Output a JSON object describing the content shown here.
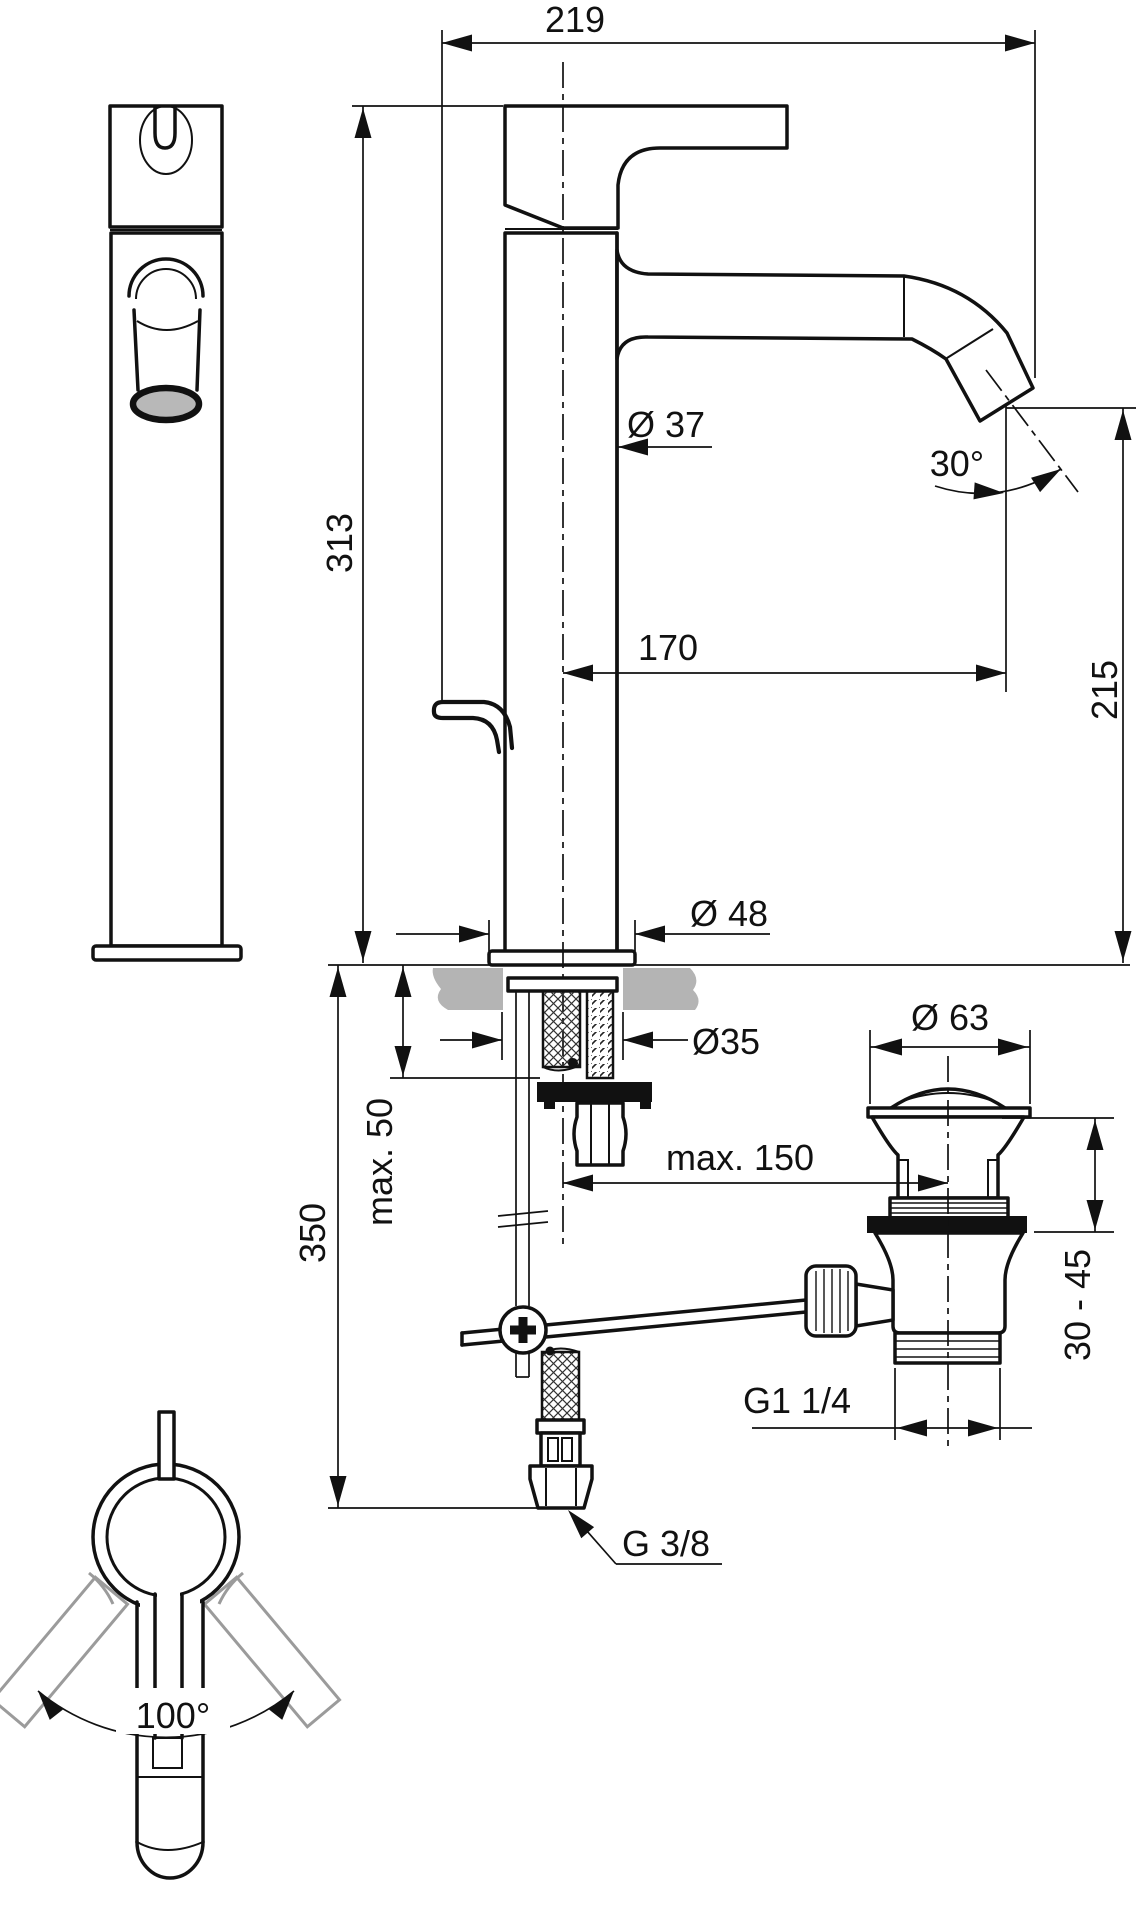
{
  "drawing": {
    "type": "technical-installation-drawing",
    "subject": "single-lever high basin mixer with pop-up waste",
    "colors": {
      "line": "#111111",
      "counter_gray": "#b4b4b4",
      "aerator_gray": "#b8b8b8",
      "ghost_gray": "#9b9b9b"
    },
    "dims": {
      "overall_projection": "219",
      "body_height": "313",
      "body_diameter": "Ø 37",
      "spout_angle": "30°",
      "spout_reach": "170",
      "outlet_height": "215",
      "base_diameter": "Ø 48",
      "hole_diameter": "Ø35",
      "deck_thickness": "max. 50",
      "rod_length": "350",
      "waste_distance": "max. 150",
      "waste_flange_diameter": "Ø 63",
      "waste_depth_range": "30 - 45",
      "waste_thread": "G1 1/4",
      "supply_thread": "G 3/8",
      "swivel_angle": "100°"
    }
  }
}
